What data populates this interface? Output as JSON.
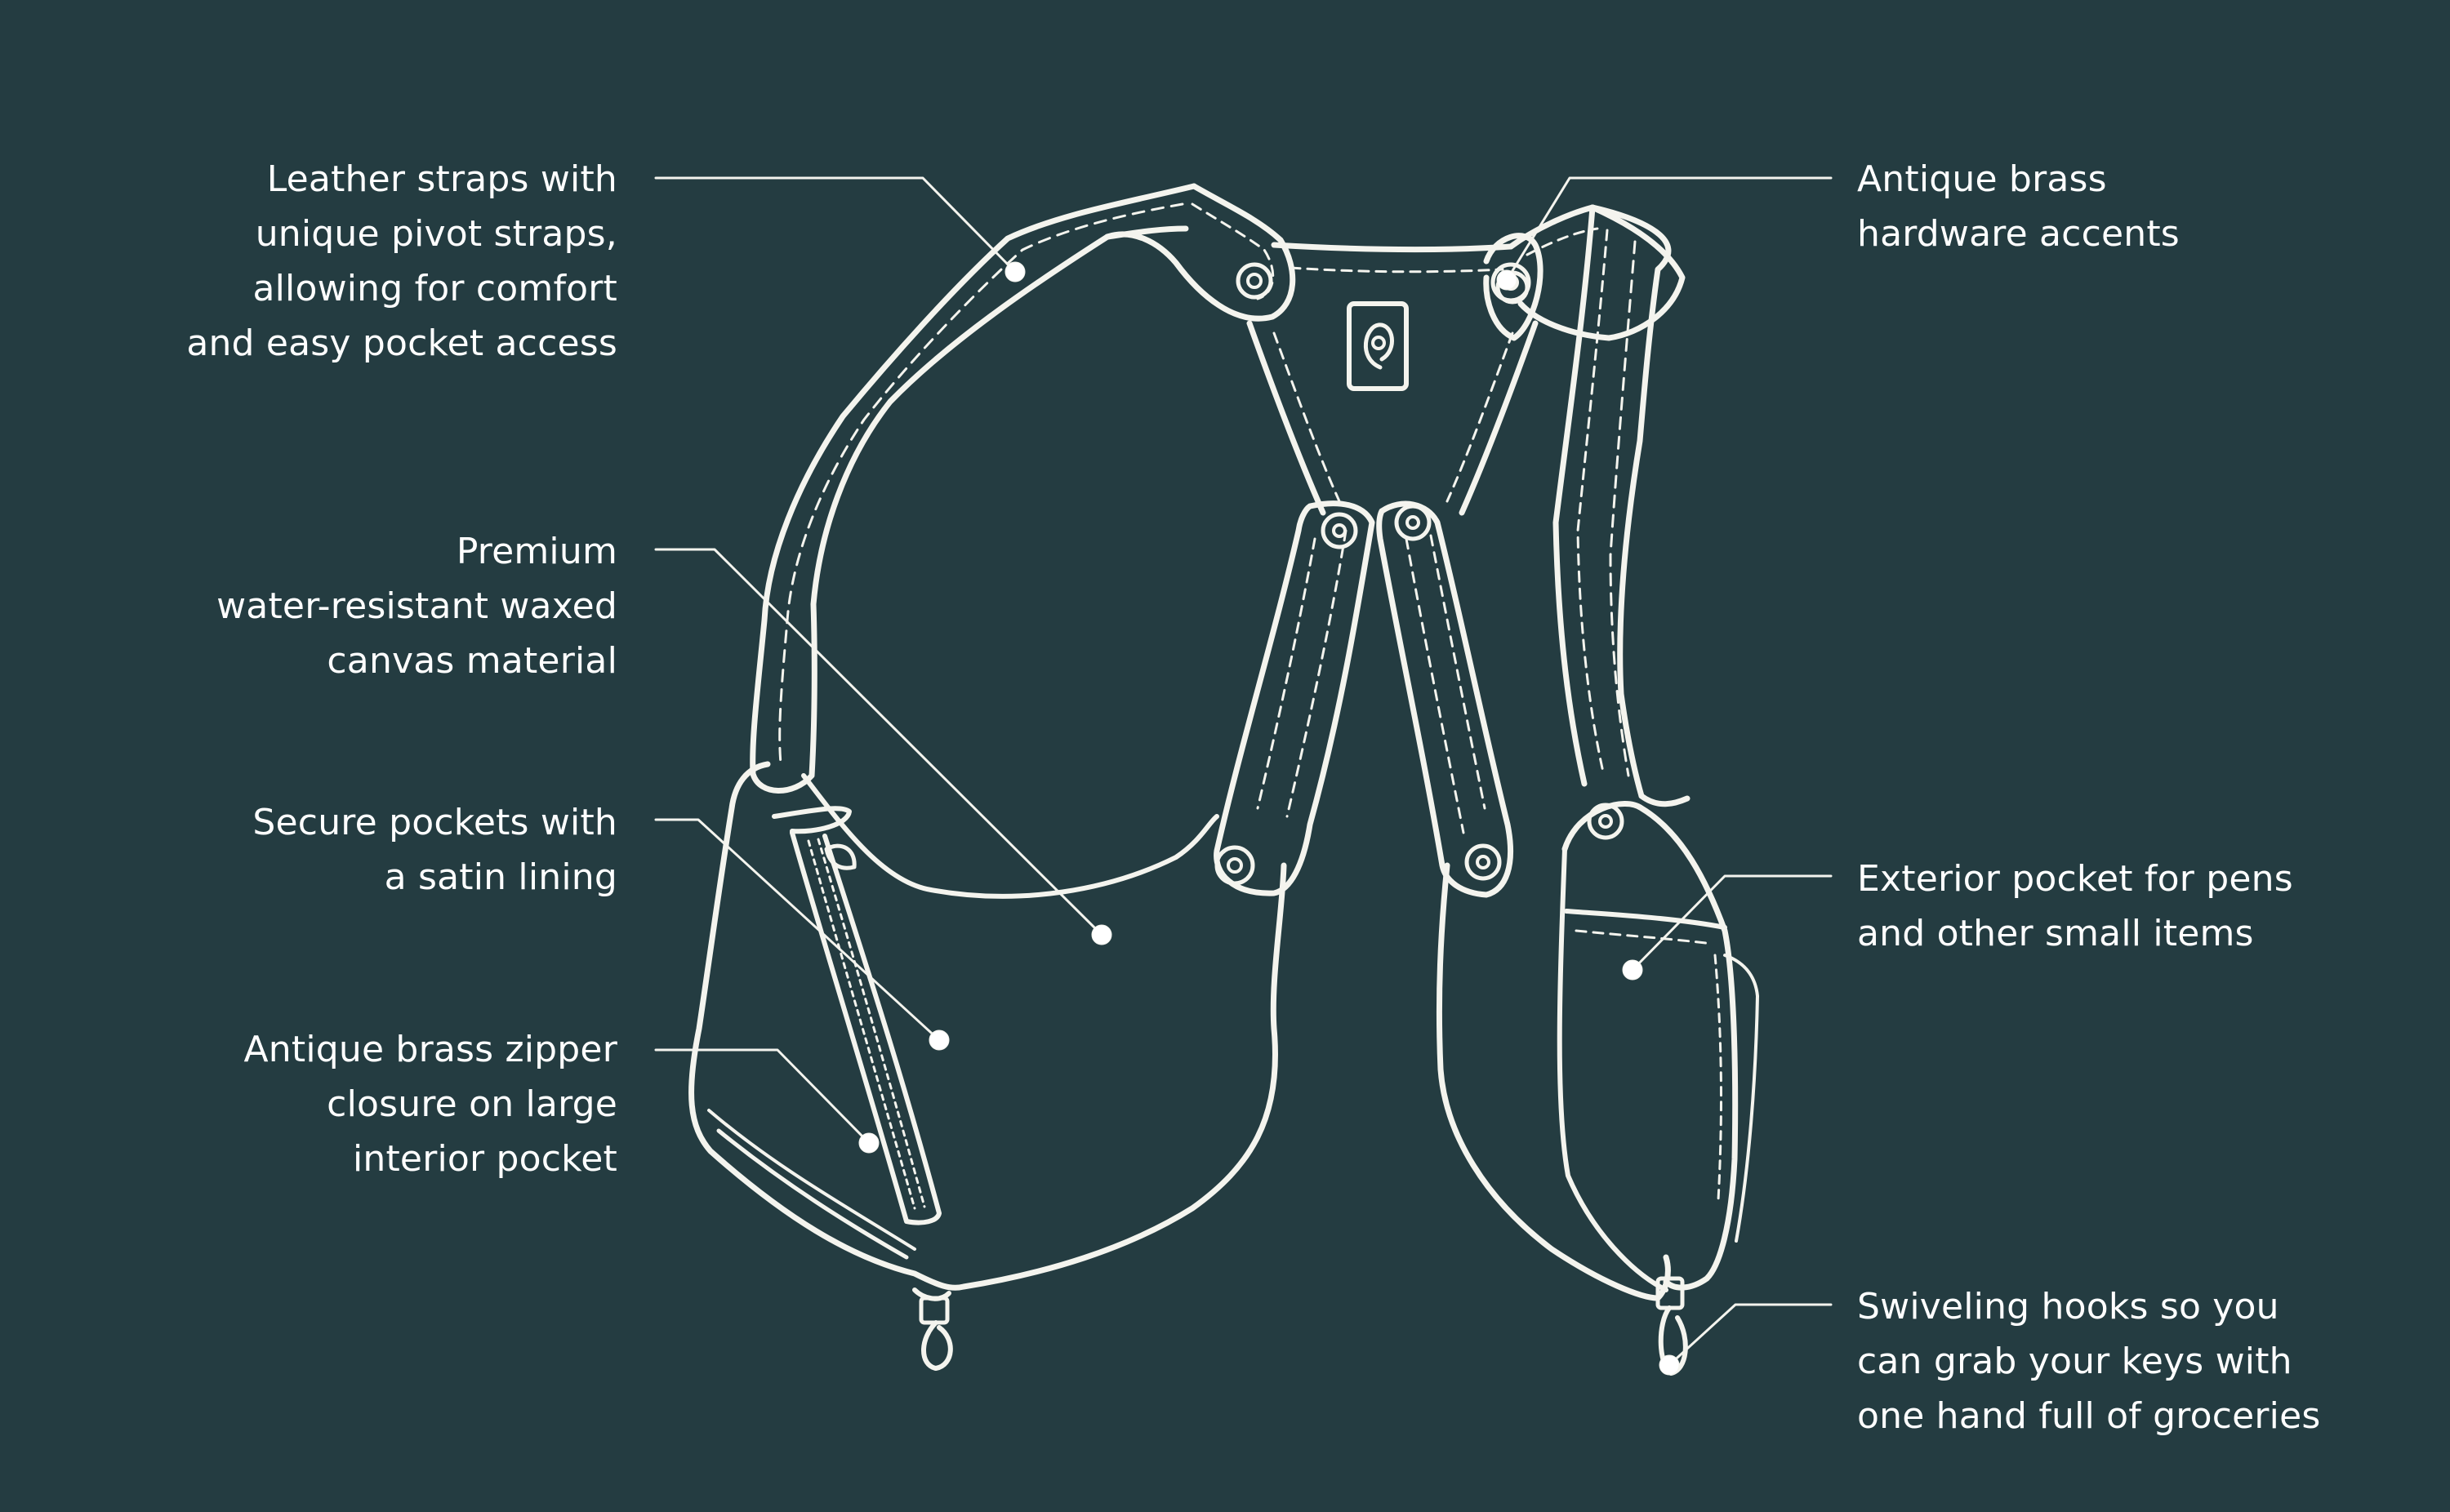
{
  "colors": {
    "background": "#243c41",
    "ink": "#f4f4ee"
  },
  "callouts": {
    "straps": {
      "lines": [
        "Leather straps with",
        "unique pivot straps,",
        "allowing for comfort",
        "and easy pocket access"
      ]
    },
    "canvas": {
      "lines": [
        "Premium",
        "water-resistant waxed",
        "canvas material"
      ]
    },
    "pockets": {
      "lines": [
        "Secure pockets with",
        "a satin lining"
      ]
    },
    "zipper": {
      "lines": [
        "Antique brass zipper",
        "closure on large",
        "interior pocket"
      ]
    },
    "hardware": {
      "lines": [
        "Antique brass",
        "hardware accents"
      ]
    },
    "exterior": {
      "lines": [
        "Exterior pocket for pens",
        "and other small items"
      ]
    },
    "hooks": {
      "lines": [
        "Swiveling hooks so you",
        "can grab your keys with",
        "one hand full of groceries"
      ]
    }
  }
}
